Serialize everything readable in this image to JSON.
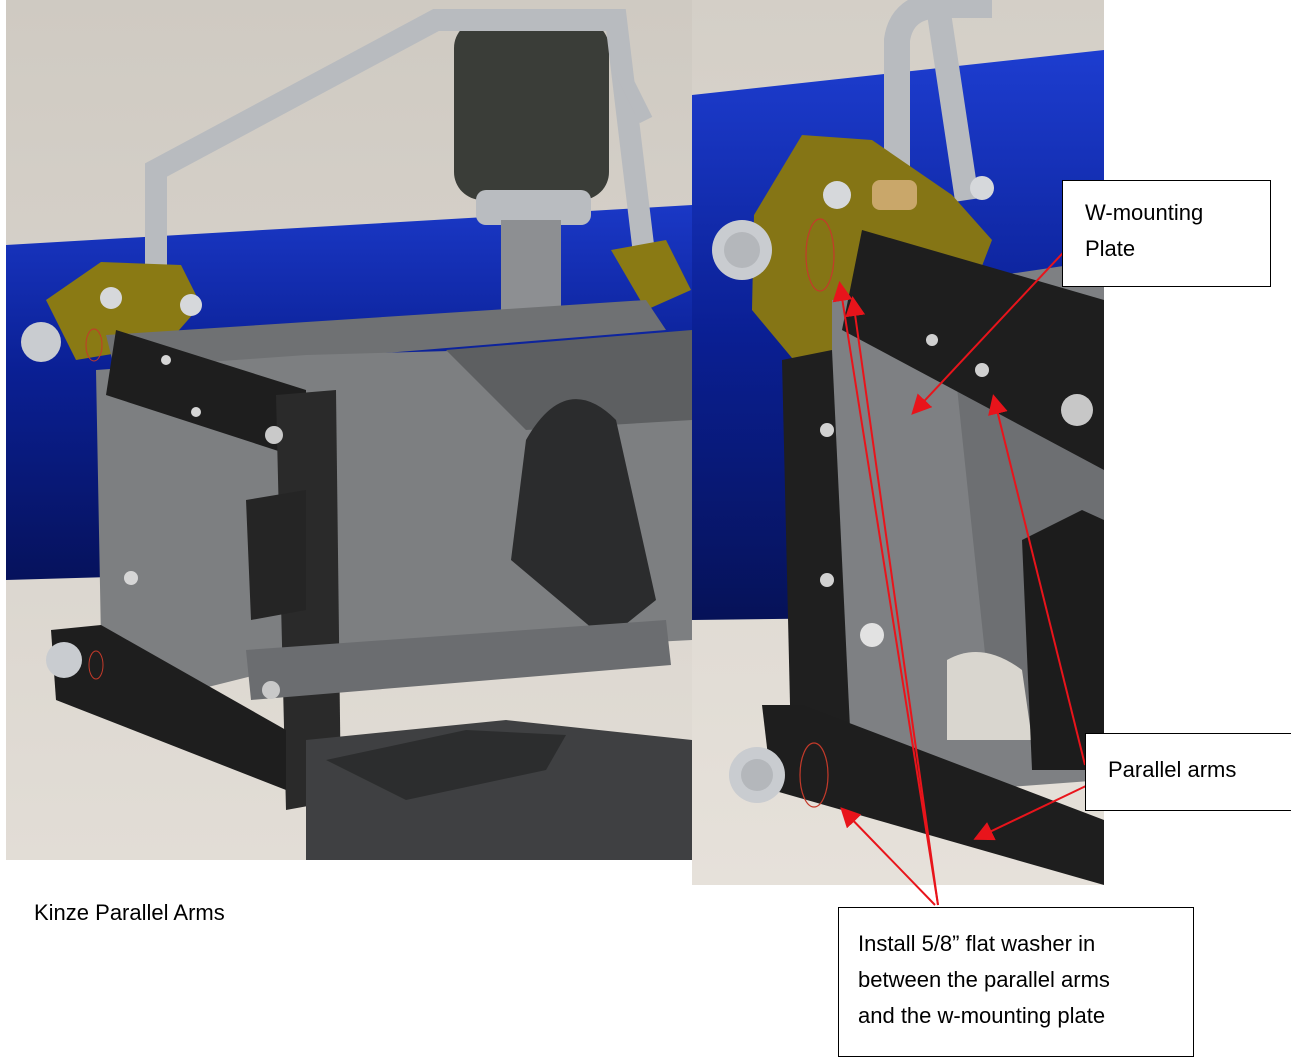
{
  "caption": "Kinze Parallel Arms",
  "callouts": {
    "w_mounting": [
      "W-mounting",
      "Plate"
    ],
    "parallel_arms": [
      "Parallel arms"
    ],
    "install": [
      "Install 5/8” flat washer in",
      "between the parallel arms",
      "and the w-mounting plate"
    ]
  },
  "colors": {
    "background": "#ffffff",
    "arrow": "#e8141b",
    "blue_rail": "#0b1f8c",
    "gray_part": "#7d7f81",
    "black_arm": "#1e1e1e",
    "olive_bracket": "#8a7a14",
    "silver": "#c9ccd0"
  }
}
